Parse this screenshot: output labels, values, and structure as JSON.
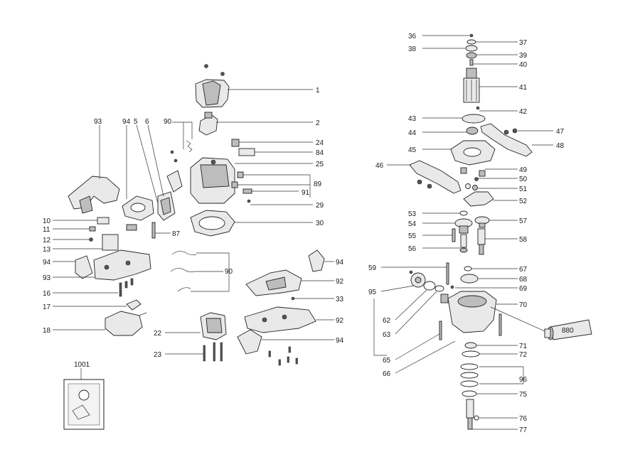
{
  "labels": {
    "l1": "1",
    "l2": "2",
    "l24": "24",
    "l84": "84",
    "l25": "25",
    "l89": "89",
    "l91": "91",
    "l29": "29",
    "l30": "30",
    "l93a": "93",
    "l94a": "94",
    "l5": "5",
    "l6": "6",
    "l90a": "90",
    "l87": "87",
    "l10": "10",
    "l11": "11",
    "l12": "12",
    "l13": "13",
    "l94b": "94",
    "l93b": "93",
    "l16": "16",
    "l17": "17",
    "l18": "18",
    "l90b": "90",
    "l94c": "94",
    "l92a": "92",
    "l33": "33",
    "l92b": "92",
    "l94d": "94",
    "l22": "22",
    "l23": "23",
    "l1001": "1001",
    "l36": "36",
    "l37": "37",
    "l38": "38",
    "l39": "39",
    "l40": "40",
    "l41": "41",
    "l42": "42",
    "l43": "43",
    "l44": "44",
    "l45": "45",
    "l47": "47",
    "l48": "48",
    "l46": "46",
    "l49": "49",
    "l50": "50",
    "l51": "51",
    "l52": "52",
    "l53": "53",
    "l54": "54",
    "l57": "57",
    "l55": "55",
    "l58": "58",
    "l56": "56",
    "l59": "59",
    "l67": "67",
    "l95": "95",
    "l68": "68",
    "l69": "69",
    "l70": "70",
    "l62": "62",
    "l63": "63",
    "l880": "880",
    "l65": "65",
    "l66": "66",
    "l71": "71",
    "l72": "72",
    "l96": "96",
    "l75": "75",
    "l76": "76",
    "l77": "77"
  }
}
